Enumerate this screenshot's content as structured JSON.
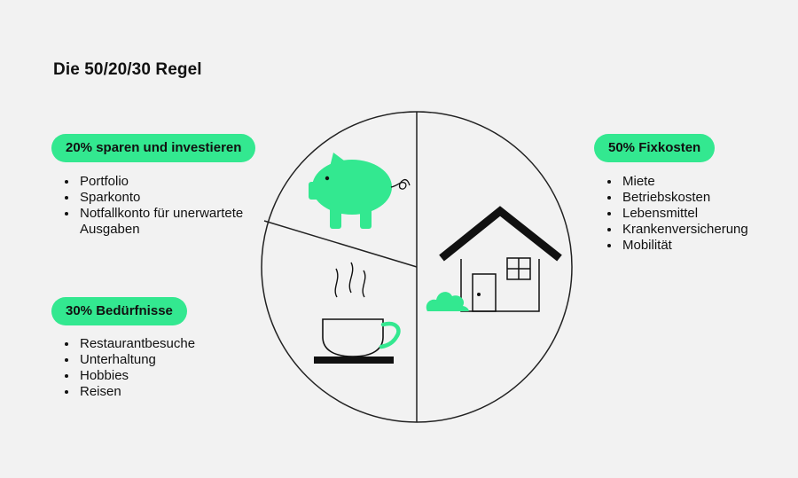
{
  "title": "Die 50/20/30 Regel",
  "accent_color": "#33e890",
  "sections": [
    {
      "label": "20% sparen und investieren",
      "items": [
        "Portfolio",
        "Sparkonto",
        "Notfallkonto für unerwartete Ausgaben"
      ],
      "icon": "piggy-bank-icon"
    },
    {
      "label": "30% Bedürfnisse",
      "items": [
        "Restaurantbesuche",
        "Unterhaltung",
        "Hobbies",
        "Reisen"
      ],
      "icon": "coffee-cup-icon"
    },
    {
      "label": "50% Fixkosten",
      "items": [
        "Miete",
        "Betriebskosten",
        "Lebensmittel",
        "Krankenversicherung",
        "Mobilität"
      ],
      "icon": "house-icon"
    }
  ]
}
